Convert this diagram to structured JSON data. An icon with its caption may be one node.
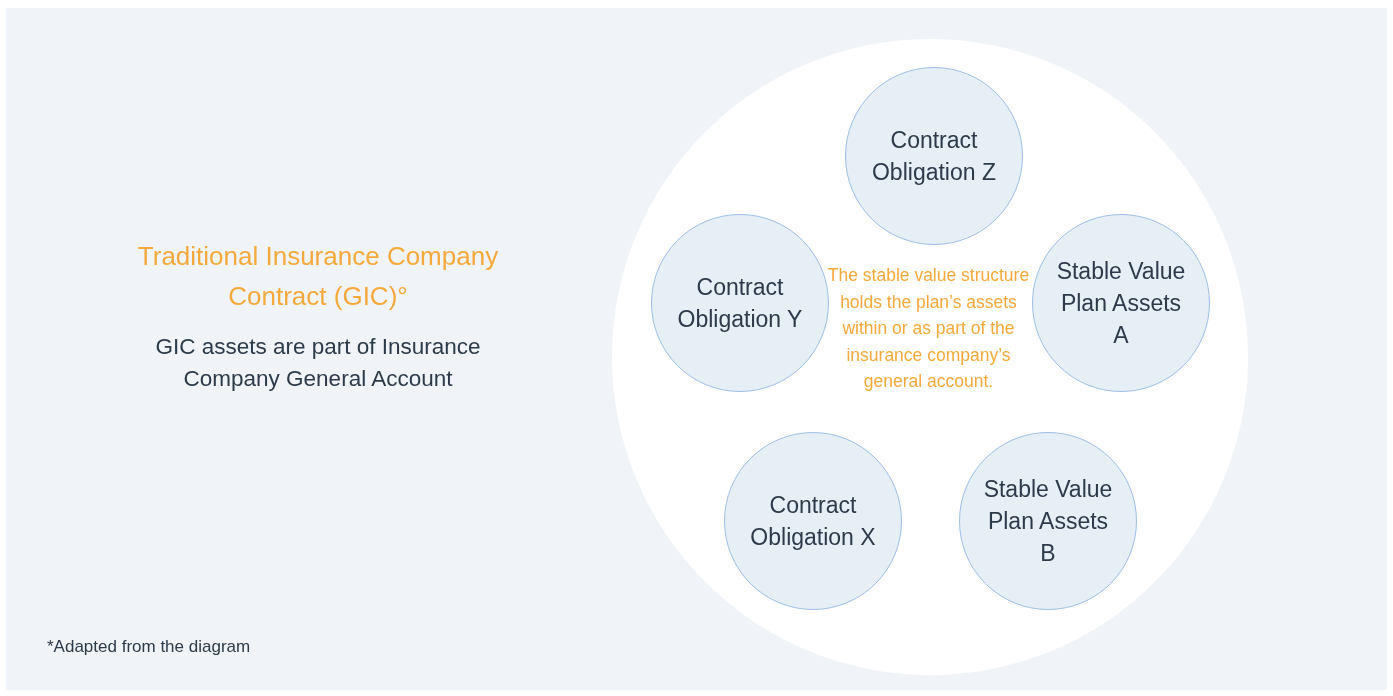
{
  "diagram": {
    "title": "Traditional Insurance Company Contract (GIC)°",
    "caption": "*Adapted from the diagram",
    "nodes": [
      {
        "text": [
          "The stable value structure holds the plan’s assets within or as part of the insurance company’s general account."
        ]
      },
      {
        "text": [
          "Contract Obligation Z"
        ],
        "in": 0
      },
      {
        "text": [
          "Contract Obligation Y"
        ],
        "in": 0
      },
      {
        "text": [
          "Stable Value Plan Assets A"
        ],
        "in": 0
      },
      {
        "text": [
          "Contract Obligation X"
        ],
        "in": 0
      },
      {
        "text": [
          "Stable Value Plan Assets B"
        ],
        "in": 0
      }
    ],
    "labels": [
      "GIC assets are part of Insurance Company General Account"
    ]
  }
}
